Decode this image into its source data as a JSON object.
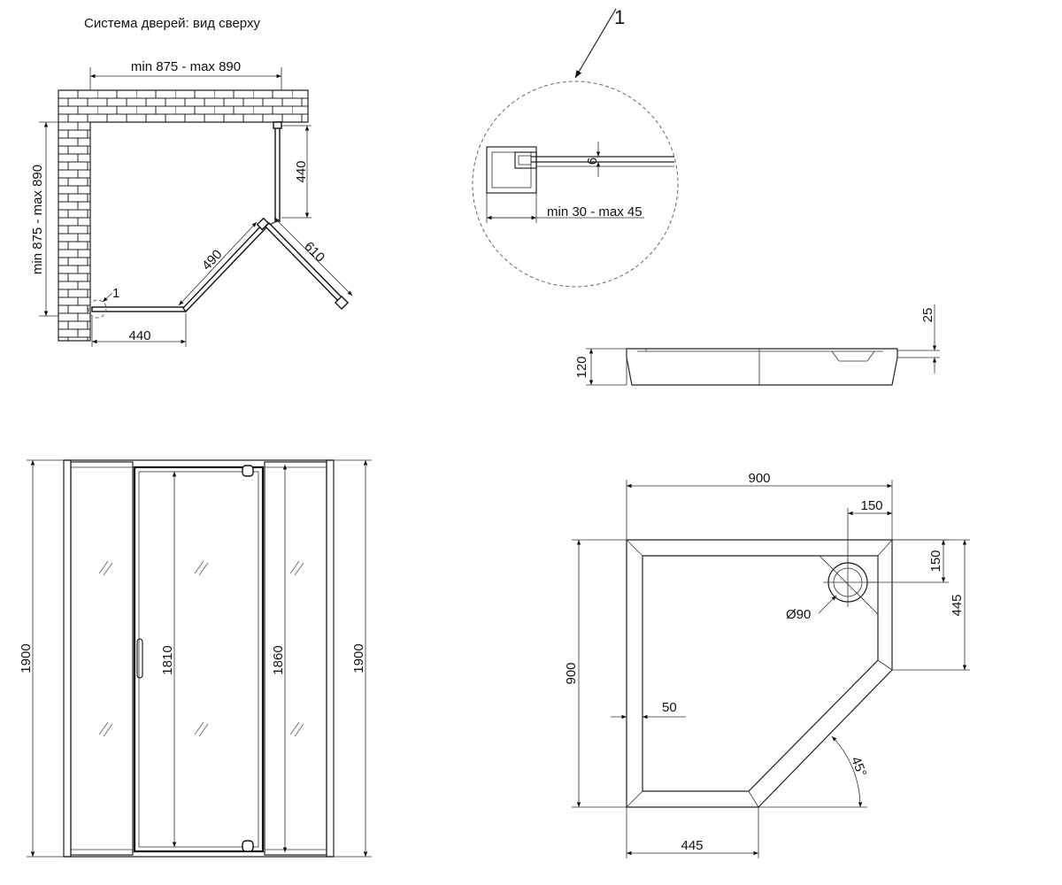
{
  "header": {
    "title": "Система дверей: вид сверху"
  },
  "plan": {
    "width_range": "min 875 - max 890",
    "depth_range": "min 875 - max 890",
    "side_panel": "440",
    "door_panel": "490",
    "door_swing": "610",
    "front_panel": "440",
    "detail_ref": "1"
  },
  "detail": {
    "ref": "1",
    "glass_thickness": "6",
    "adjust_range": "min 30 - max 45"
  },
  "tray_side": {
    "height": "120",
    "lip": "25"
  },
  "front_view": {
    "overall_height_left": "1900",
    "door_height": "1810",
    "panel_height": "1860",
    "overall_height_right": "1900"
  },
  "tray_plan": {
    "width": "900",
    "depth": "900",
    "drain_x": "150",
    "drain_y": "150",
    "side_right": "445",
    "drain_diameter": "Ø90",
    "rim_width": "50",
    "angle": "45°",
    "side_bottom": "445"
  },
  "colors": {
    "line": "#222222",
    "background": "#ffffff"
  }
}
